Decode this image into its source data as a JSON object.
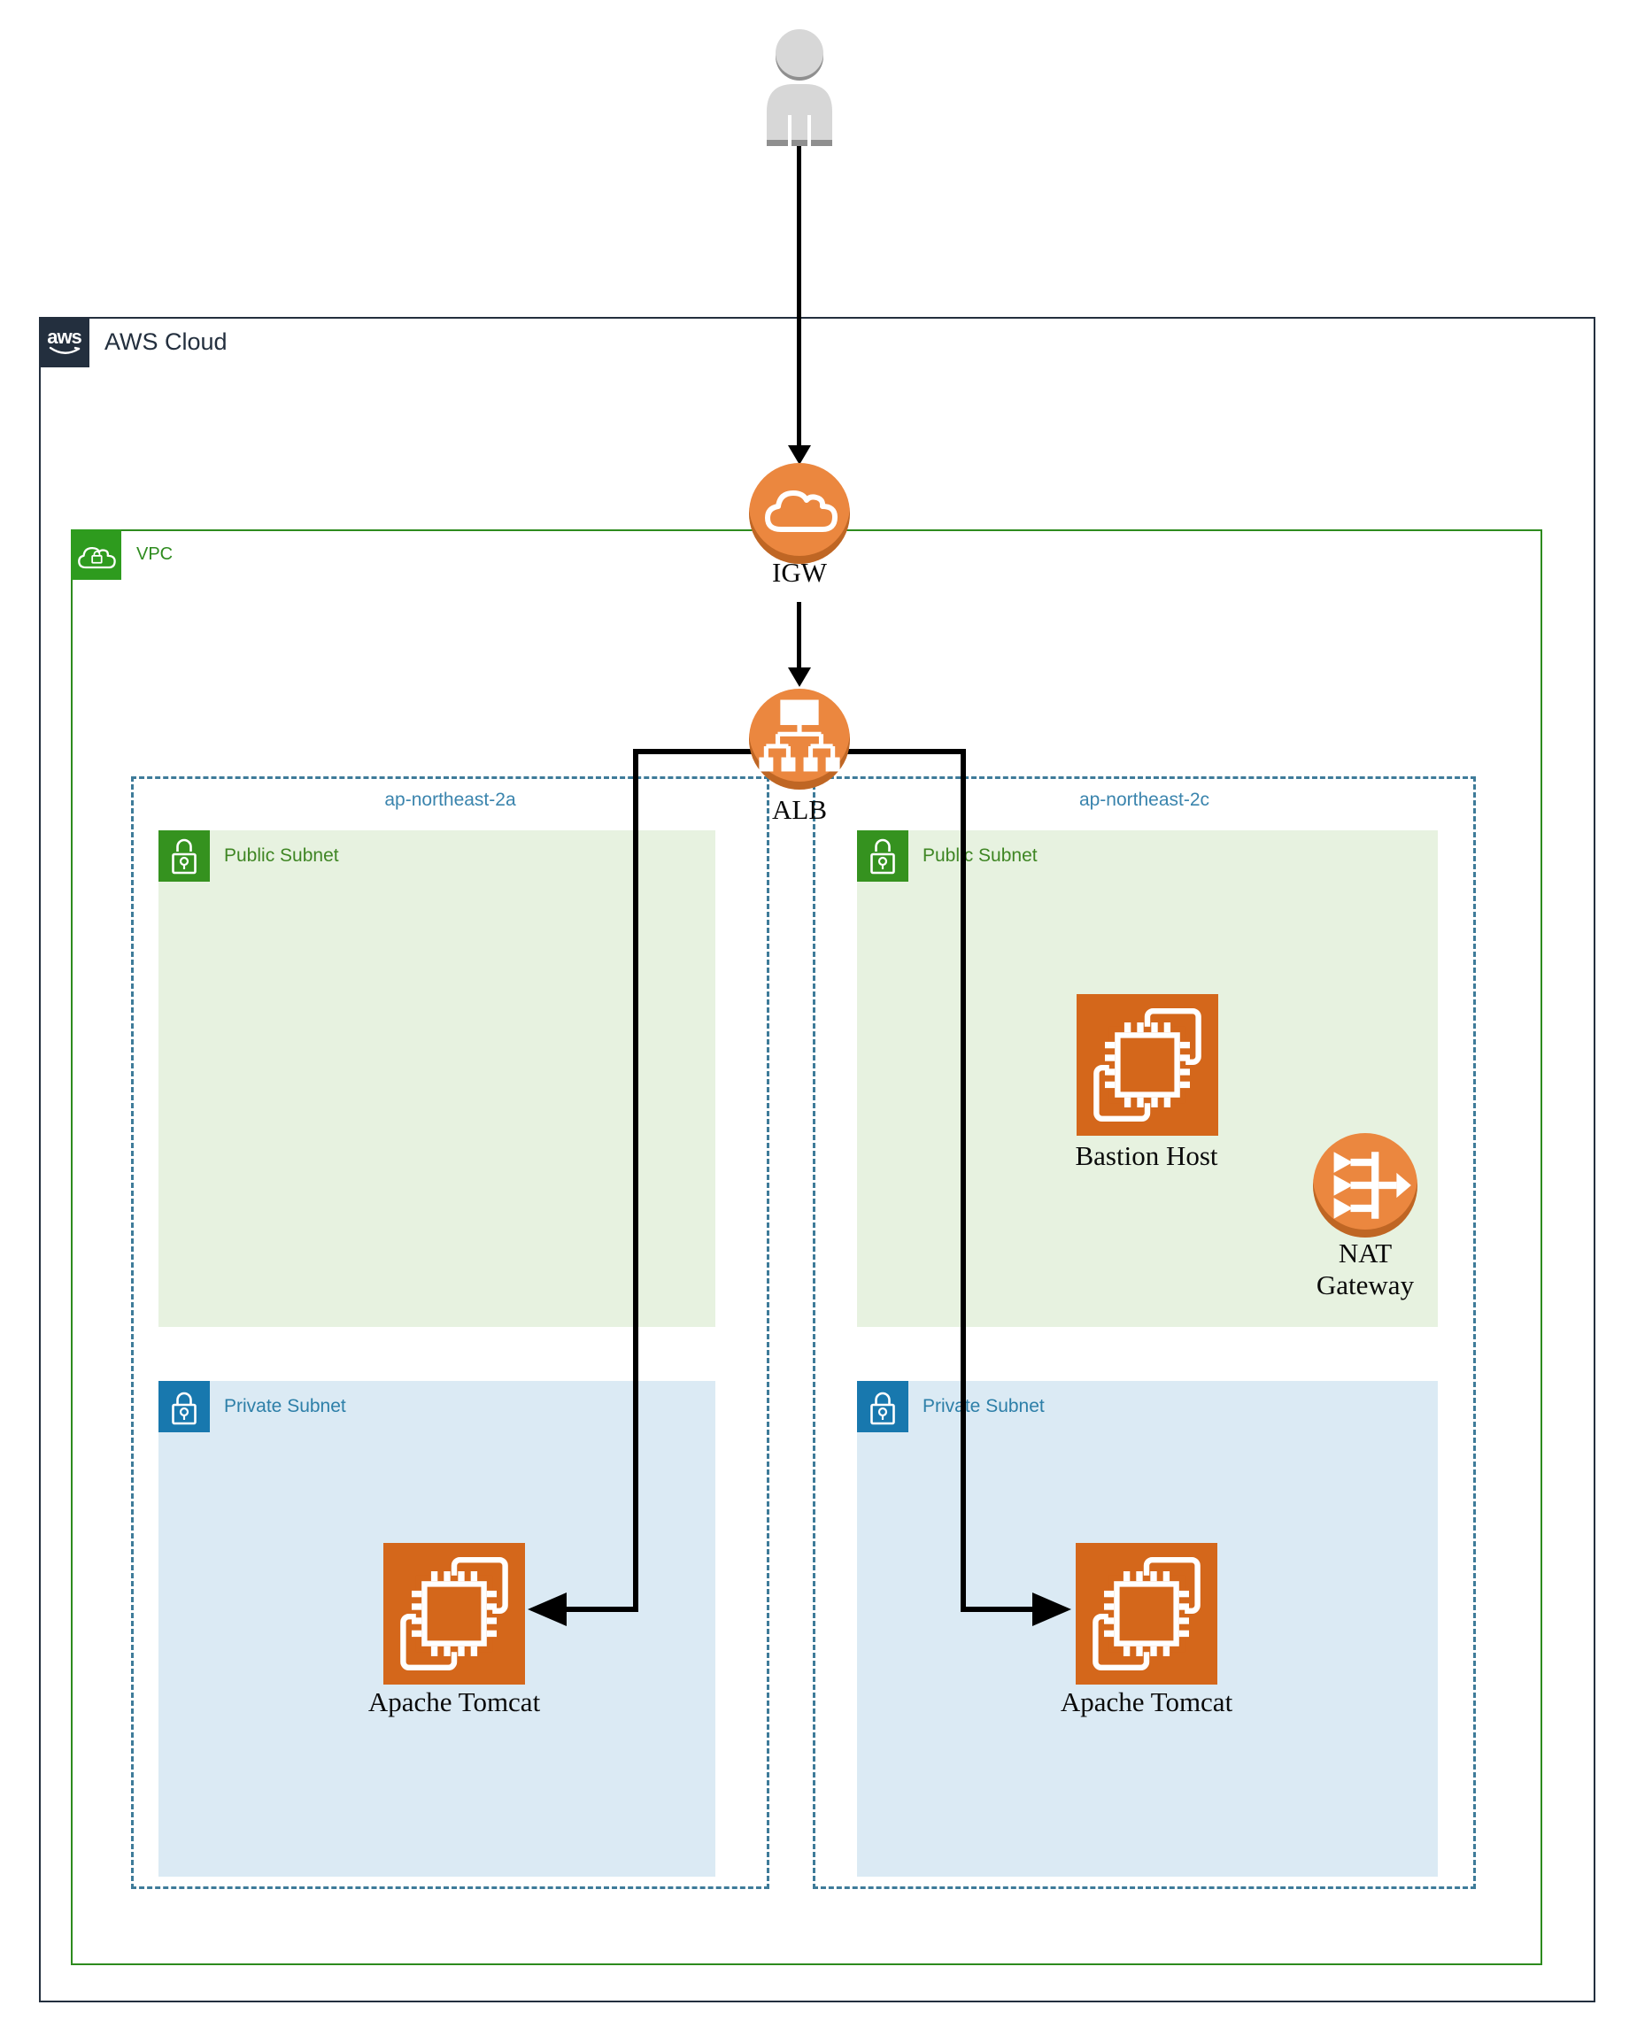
{
  "aws_cloud": {
    "logo_text": "aws",
    "title": "AWS Cloud"
  },
  "vpc": {
    "label": "VPC"
  },
  "nodes": {
    "igw_label": "IGW",
    "alb_label": "ALB"
  },
  "zones": [
    {
      "label": "ap-northeast-2a",
      "public_subnet": {
        "label": "Public Subnet"
      },
      "private_subnet": {
        "label": "Private Subnet",
        "instance_label": "Apache Tomcat"
      }
    },
    {
      "label": "ap-northeast-2c",
      "public_subnet": {
        "label": "Public Subnet",
        "bastion_label": "Bastion Host",
        "nat_label_line1": "NAT",
        "nat_label_line2": "Gateway"
      },
      "private_subnet": {
        "label": "Private Subnet",
        "instance_label": "Apache Tomcat"
      }
    }
  ],
  "colors": {
    "aws_cloud_border": "#232F3E",
    "vpc_border": "#2E8B1E",
    "az_border": "#3E7B99",
    "az_label": "#3A84AD",
    "public_subnet_fill": "#E7F2E0",
    "public_subnet_accent": "#3F8624",
    "private_subnet_fill": "#DBEAF4",
    "private_subnet_accent": "#1E7CA8",
    "service_orange": "#D4671B",
    "gateway_orange": "#EB873F",
    "connector": "#000000",
    "user_gray": "#D7D7D7"
  }
}
